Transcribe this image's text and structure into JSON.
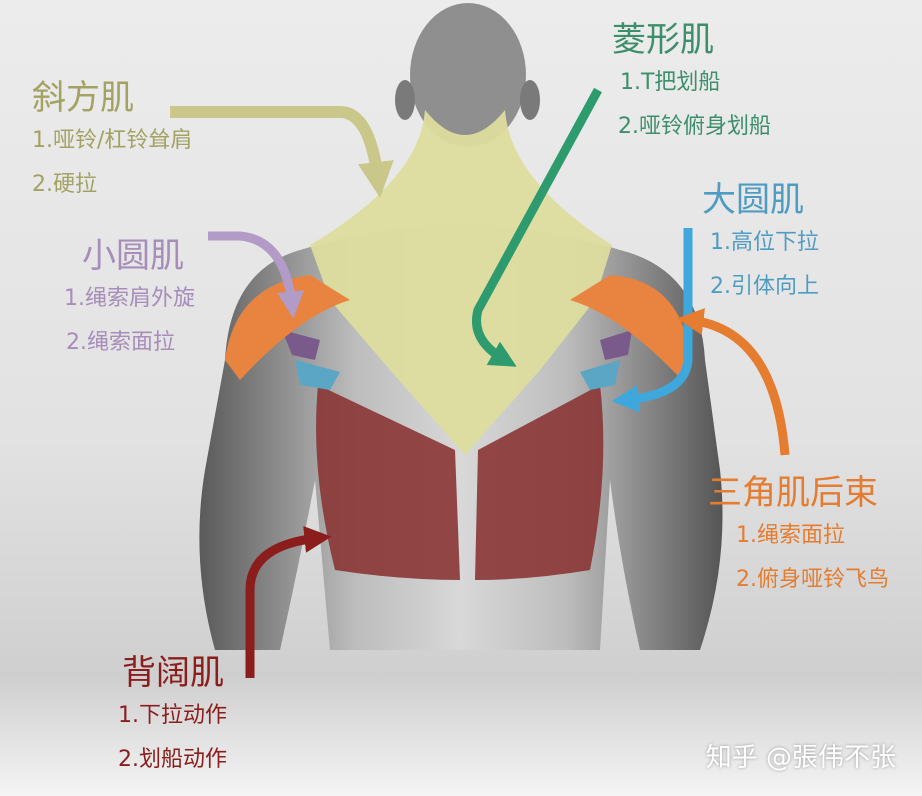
{
  "muscles": {
    "trapezius": {
      "name": "斜方肌",
      "exercises": [
        "1.哑铃/杠铃耸肩",
        "2.硬拉"
      ],
      "color": "#a3a263"
    },
    "rhomboid": {
      "name": "菱形肌",
      "exercises": [
        "1.T把划船",
        "2.哑铃俯身划船"
      ],
      "color": "#3d8f6c"
    },
    "teres_major": {
      "name": "大圆肌",
      "exercises": [
        "1.高位下拉",
        "2.引体向上"
      ],
      "color": "#4f9cc2"
    },
    "teres_minor": {
      "name": "小圆肌",
      "exercises": [
        "1.绳索肩外旋",
        "2.绳索面拉"
      ],
      "color": "#a78dba"
    },
    "rear_deltoid": {
      "name": "三角肌后束",
      "exercises": [
        "1.绳索面拉",
        "2.俯身哑铃飞鸟"
      ],
      "color": "#e57c2f"
    },
    "latissimus": {
      "name": "背阔肌",
      "exercises": [
        "1.下拉动作",
        "2.划船动作"
      ],
      "color": "#8c1d1d"
    }
  },
  "watermark": "知乎 @張伟不张"
}
